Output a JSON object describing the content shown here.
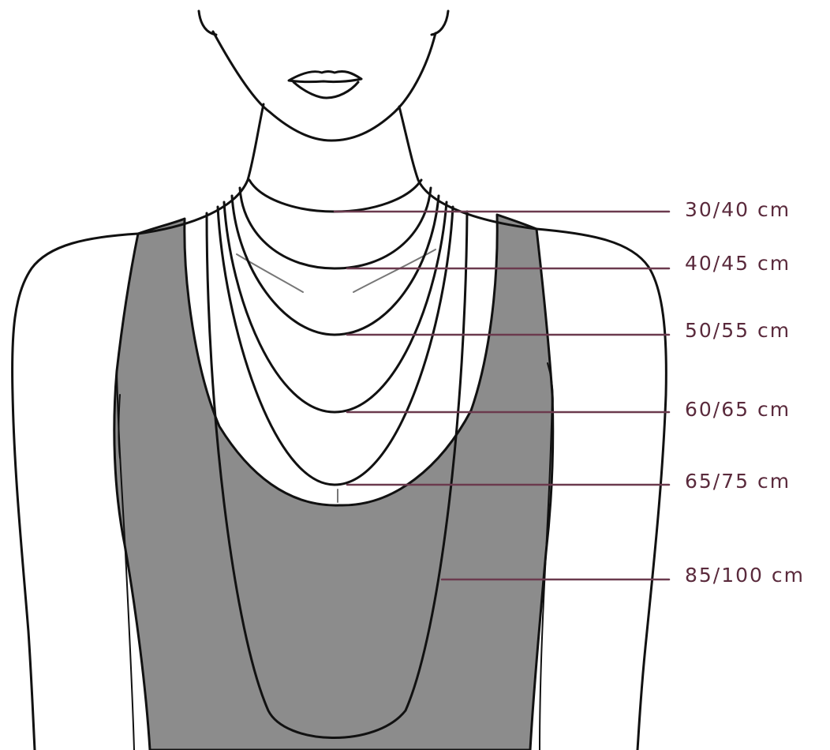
{
  "colors": {
    "background": "#ffffff",
    "outline": "#111111",
    "tank_top": "#8c8c8c",
    "leader_line": "#6b3a4e",
    "label_text": "#5a2a3c"
  },
  "lengths": [
    {
      "label": "30/40 cm"
    },
    {
      "label": "40/45 cm"
    },
    {
      "label": "50/55 cm"
    },
    {
      "label": "60/65 cm"
    },
    {
      "label": "65/75 cm"
    },
    {
      "label": "85/100 cm"
    }
  ]
}
